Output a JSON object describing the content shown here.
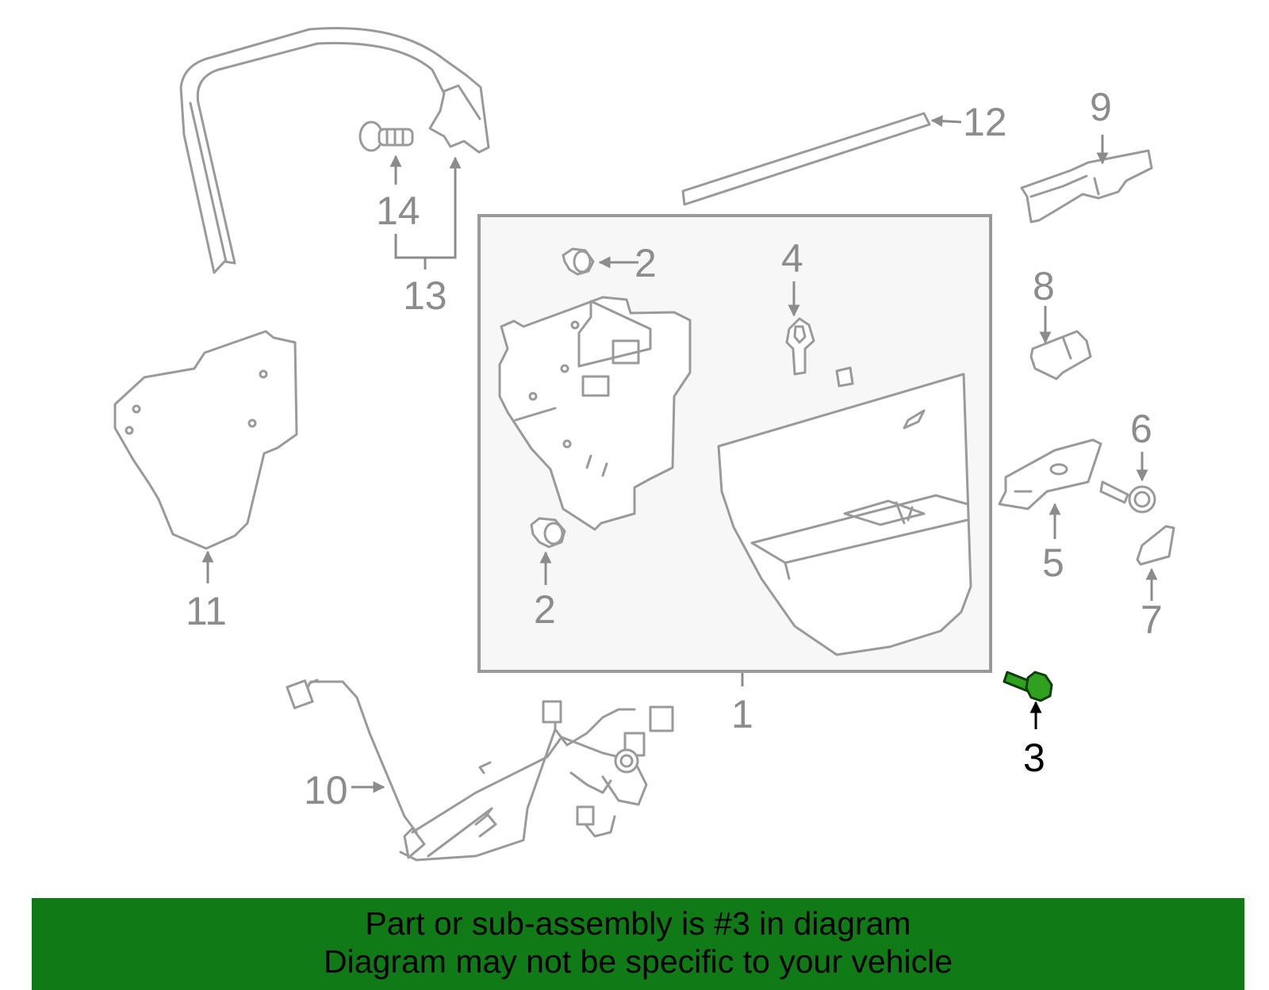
{
  "diagram": {
    "highlight_color": "#2fa11e",
    "banner_color": "#0f7a16",
    "highlighted_part": "3",
    "callouts": {
      "c1": "1",
      "c2a": "2",
      "c2b": "2",
      "c3": "3",
      "c4": "4",
      "c5": "5",
      "c6": "6",
      "c7": "7",
      "c8": "8",
      "c9": "9",
      "c10": "10",
      "c11": "11",
      "c12": "12",
      "c13": "13",
      "c14": "14"
    }
  },
  "banner": {
    "line1": "Part or sub-assembly is #3 in diagram",
    "line2": "Diagram may not be specific to your vehicle"
  }
}
